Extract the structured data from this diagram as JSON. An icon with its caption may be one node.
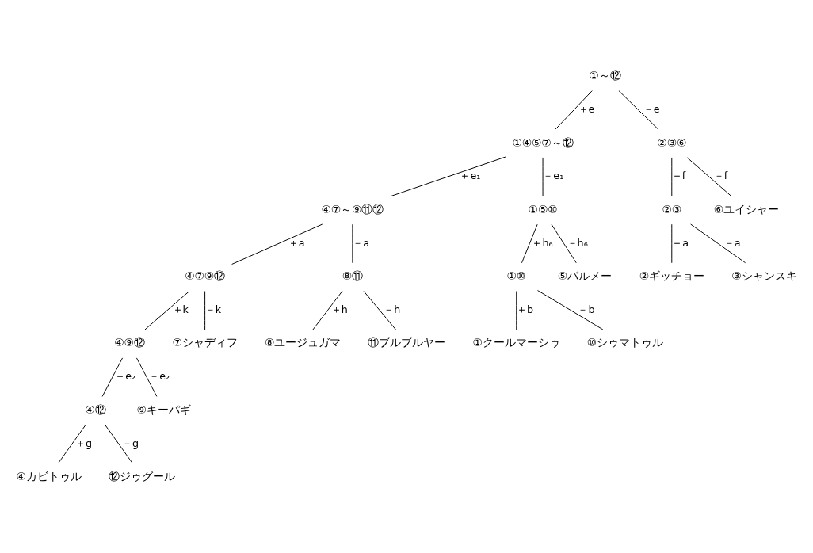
{
  "diagram": {
    "nodes": [
      {
        "text": [
          "①～⑫"
        ]
      },
      {
        "text": [
          "①④⑤⑦～⑫"
        ]
      },
      {
        "text": [
          "②③⑥"
        ]
      },
      {
        "text": [
          "④⑦～⑨⑪⑫"
        ]
      },
      {
        "text": [
          "①⑤⑩"
        ]
      },
      {
        "text": [
          "②③"
        ]
      },
      {
        "text": [
          "⑥ユイシャー"
        ]
      },
      {
        "text": [
          "④⑦⑨⑫"
        ]
      },
      {
        "text": [
          "⑧⑪"
        ]
      },
      {
        "text": [
          "①⑩"
        ]
      },
      {
        "text": [
          "⑤パルメー"
        ]
      },
      {
        "text": [
          "②ギッチョー"
        ]
      },
      {
        "text": [
          "③シャンスキ"
        ]
      },
      {
        "text": [
          "④⑨⑫"
        ]
      },
      {
        "text": [
          "⑦シャディフ"
        ]
      },
      {
        "text": [
          "⑧ユージュガマ"
        ]
      },
      {
        "text": [
          "⑪ブルブルヤー"
        ]
      },
      {
        "text": [
          "①クールマーシゥ"
        ]
      },
      {
        "text": [
          "⑩シゥマトゥル"
        ]
      },
      {
        "text": [
          "④⑫"
        ]
      },
      {
        "text": [
          "⑨キーパギ"
        ]
      },
      {
        "text": [
          "④カビトゥル"
        ]
      },
      {
        "text": [
          "⑫ジゥグール"
        ]
      }
    ],
    "edges": [
      {
        "from": 0,
        "to": 1,
        "arrow": "none",
        "label": "＋e"
      },
      {
        "from": 0,
        "to": 2,
        "arrow": "none",
        "label": "－e"
      },
      {
        "from": 1,
        "to": 3,
        "arrow": "none",
        "label": "＋e₁"
      },
      {
        "from": 1,
        "to": 4,
        "arrow": "none",
        "label": "－e₁"
      },
      {
        "from": 2,
        "to": 5,
        "arrow": "none",
        "label": "＋f"
      },
      {
        "from": 2,
        "to": 6,
        "arrow": "none",
        "label": "－f"
      },
      {
        "from": 3,
        "to": 7,
        "arrow": "none",
        "label": "＋a"
      },
      {
        "from": 3,
        "to": 8,
        "arrow": "none",
        "label": "－a"
      },
      {
        "from": 4,
        "to": 9,
        "arrow": "none",
        "label": "＋h₆"
      },
      {
        "from": 4,
        "to": 10,
        "arrow": "none",
        "label": "－h₆"
      },
      {
        "from": 5,
        "to": 11,
        "arrow": "none",
        "label": "＋a"
      },
      {
        "from": 5,
        "to": 12,
        "arrow": "none",
        "label": "－a"
      },
      {
        "from": 7,
        "to": 13,
        "arrow": "none",
        "label": "＋k"
      },
      {
        "from": 7,
        "to": 14,
        "arrow": "none",
        "label": "－k"
      },
      {
        "from": 8,
        "to": 15,
        "arrow": "none",
        "label": "＋h"
      },
      {
        "from": 8,
        "to": 16,
        "arrow": "none",
        "label": "－h"
      },
      {
        "from": 9,
        "to": 17,
        "arrow": "none",
        "label": "＋b"
      },
      {
        "from": 9,
        "to": 18,
        "arrow": "none",
        "label": "－b"
      },
      {
        "from": 13,
        "to": 19,
        "arrow": "none",
        "label": "＋e₂"
      },
      {
        "from": 13,
        "to": 20,
        "arrow": "none",
        "label": "－e₂"
      },
      {
        "from": 19,
        "to": 21,
        "arrow": "none",
        "label": "＋g"
      },
      {
        "from": 19,
        "to": 22,
        "arrow": "none",
        "label": "－g"
      }
    ]
  }
}
